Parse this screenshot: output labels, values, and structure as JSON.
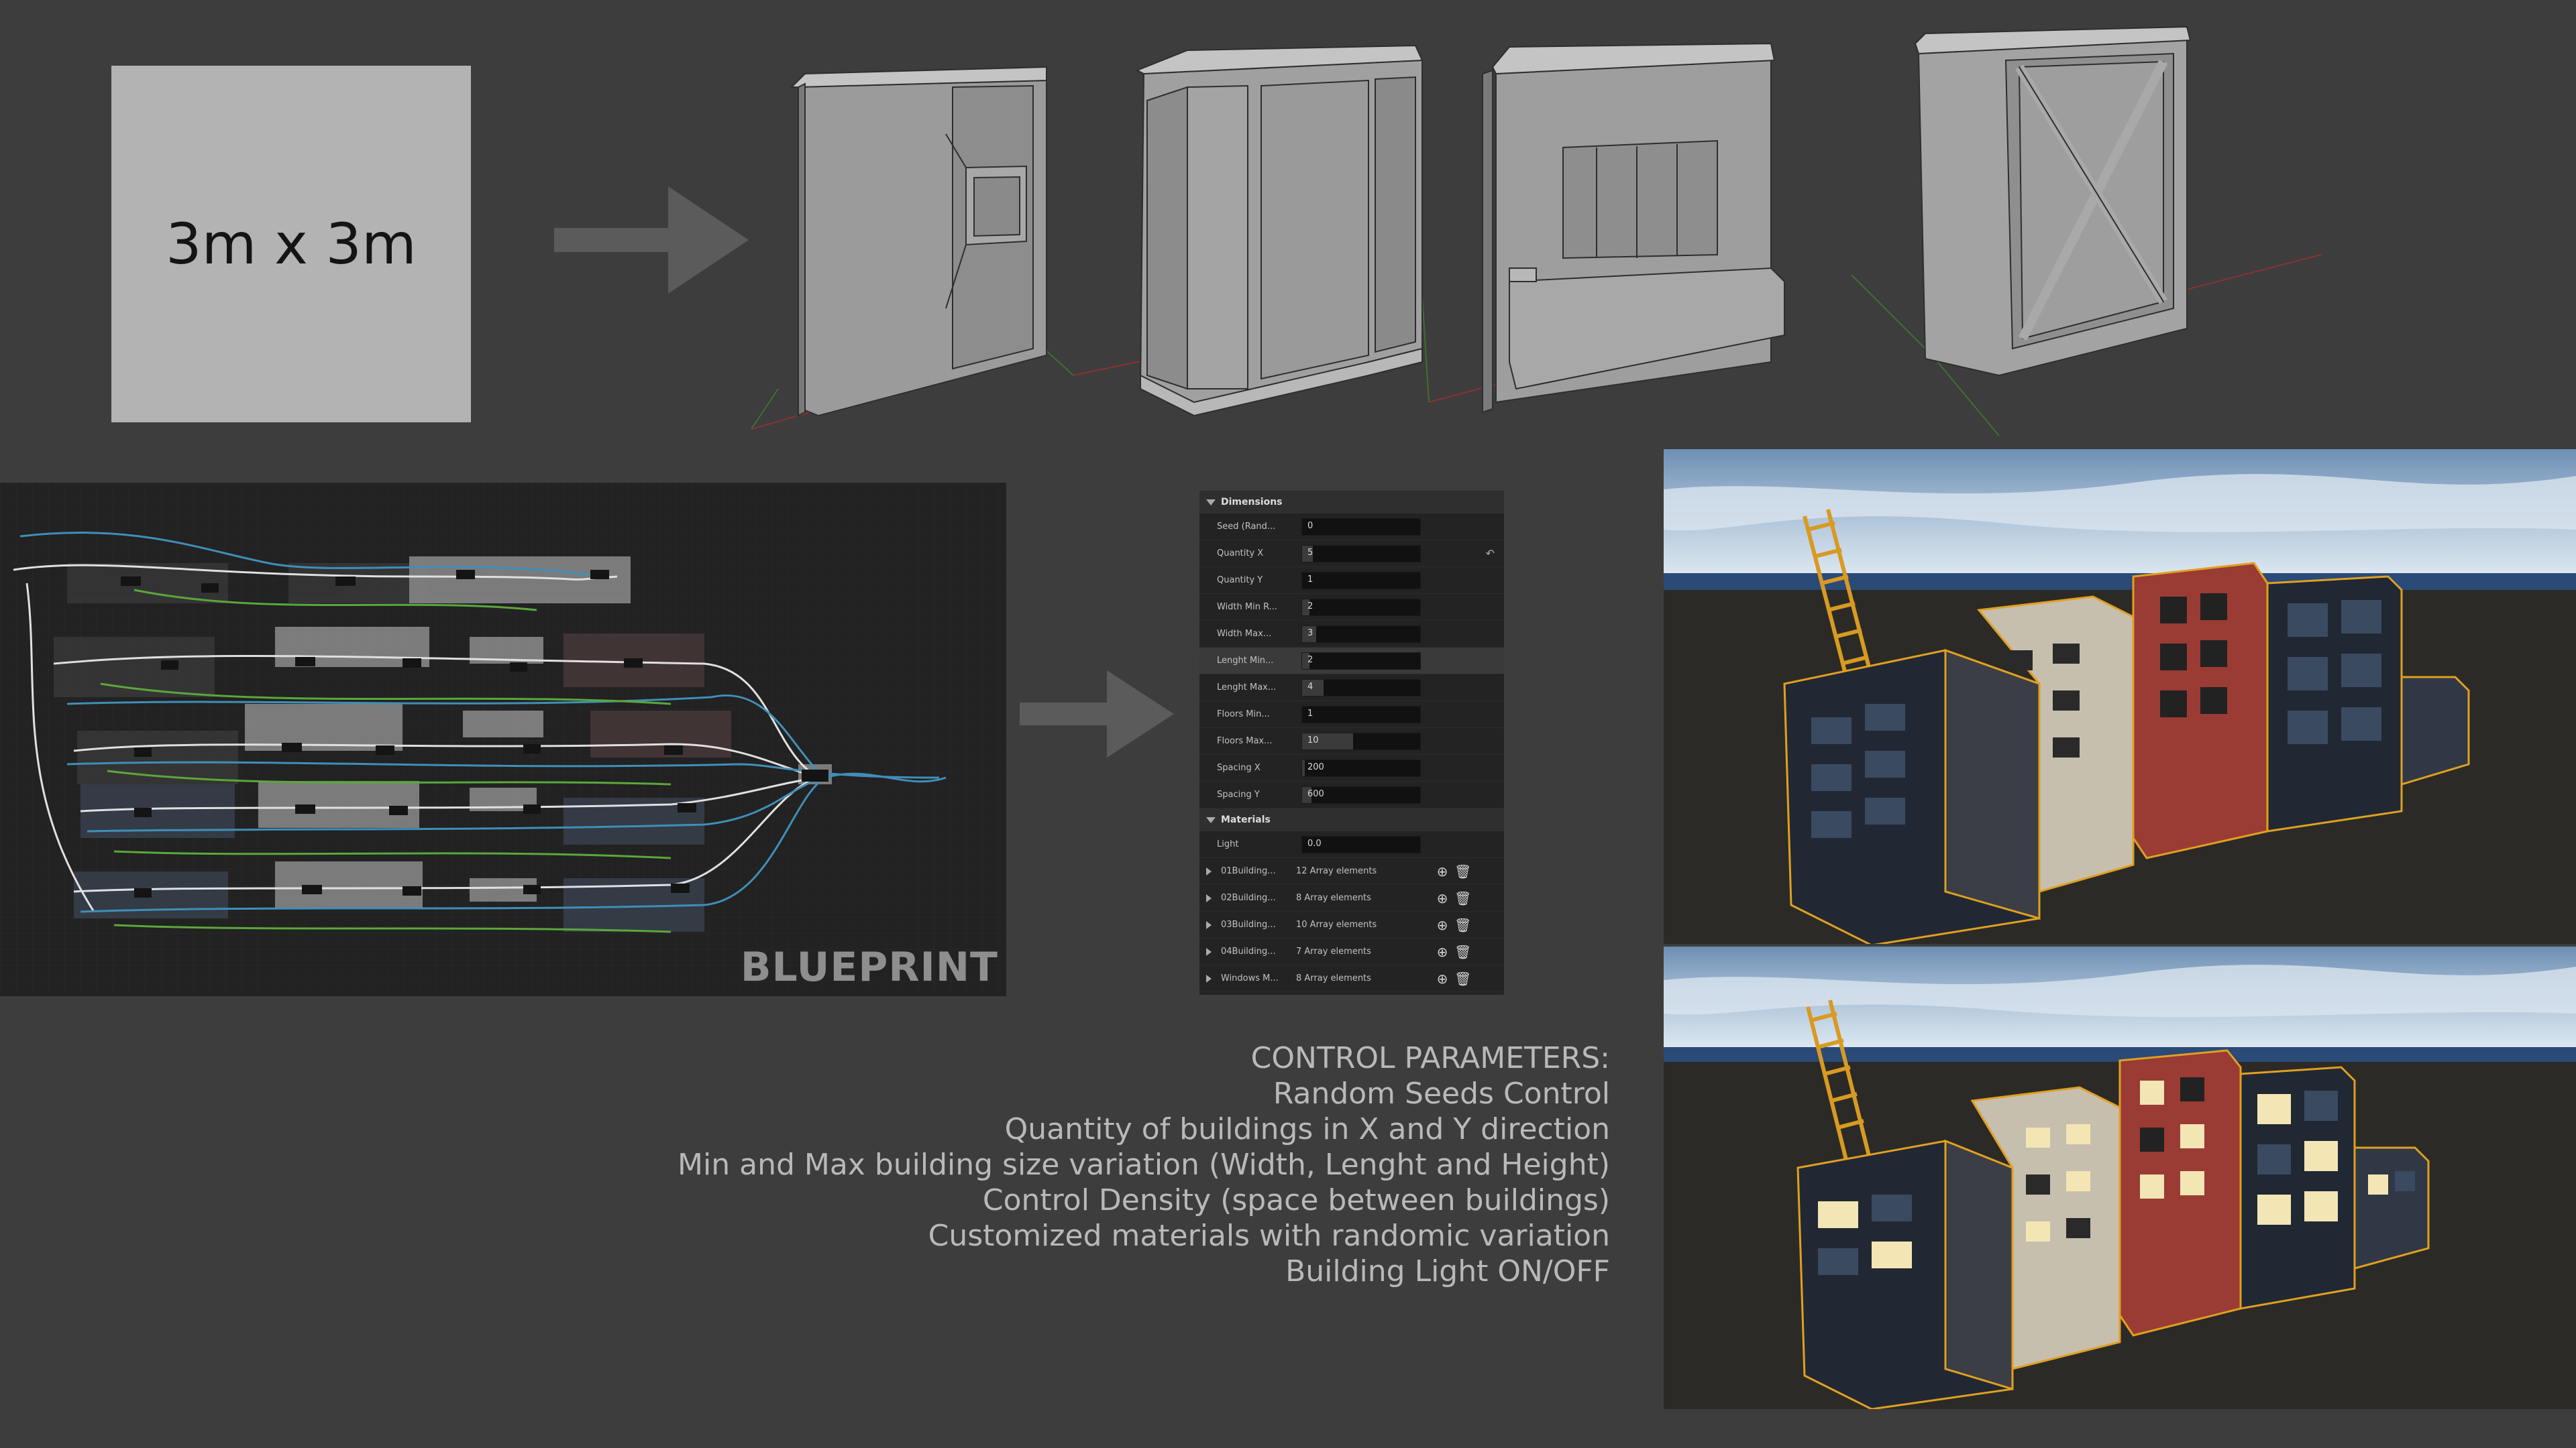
{
  "tile": {
    "label": "3m x 3m"
  },
  "blueprint": {
    "title": "BLUEPRINT"
  },
  "details": {
    "sections": [
      {
        "label": "Dimensions"
      },
      {
        "label": "Materials"
      }
    ],
    "rows": [
      {
        "label": "Seed (Rand...",
        "value": "0",
        "fill": 0.0
      },
      {
        "label": "Quantity X",
        "value": "5",
        "fill": 0.09
      },
      {
        "label": "Quantity Y",
        "value": "1",
        "fill": 0.0
      },
      {
        "label": "Width Min R...",
        "value": "2",
        "fill": 0.06
      },
      {
        "label": "Width Max...",
        "value": "3",
        "fill": 0.12
      },
      {
        "label": "Lenght Min...",
        "value": "2",
        "fill": 0.06
      },
      {
        "label": "Lenght Max...",
        "value": "4",
        "fill": 0.18
      },
      {
        "label": "Floors Min...",
        "value": "1",
        "fill": 0.0
      },
      {
        "label": "Floors Max...",
        "value": "10",
        "fill": 0.43
      },
      {
        "label": "Spacing X",
        "value": "200",
        "fill": 0.02
      },
      {
        "label": "Spacing Y",
        "value": "600",
        "fill": 0.08
      }
    ],
    "light": {
      "label": "Light",
      "value": "0.0"
    },
    "arrays": [
      {
        "label": "01Building...",
        "count": "12 Array elements"
      },
      {
        "label": "02Building...",
        "count": "8 Array elements"
      },
      {
        "label": "03Building...",
        "count": "10 Array elements"
      },
      {
        "label": "04Building...",
        "count": "7 Array elements"
      },
      {
        "label": "Windows M...",
        "count": "8 Array elements"
      }
    ],
    "icons": {
      "add": "add-circle-icon",
      "delete": "trash-icon",
      "reset": "reset-arrow-icon"
    }
  },
  "control": {
    "lines": [
      "CONTROL PARAMETERS:",
      "Random Seeds Control",
      "Quantity of buildings in X and Y direction",
      "Min and Max building size variation (Width, Lenght and Height)",
      "Control Density (space between buildings)",
      "Customized materials with randomic variation",
      "Building Light ON/OFF"
    ]
  }
}
